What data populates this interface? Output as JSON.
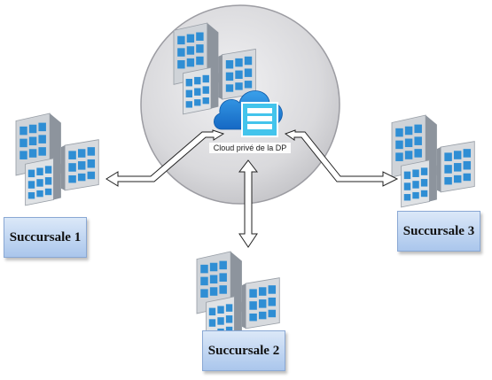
{
  "diagram": {
    "center": {
      "label": "Cloud privé de la DP"
    },
    "branches": [
      {
        "label": "Succursale 1"
      },
      {
        "label": "Succursale 2"
      },
      {
        "label": "Succursale 3"
      }
    ]
  }
}
